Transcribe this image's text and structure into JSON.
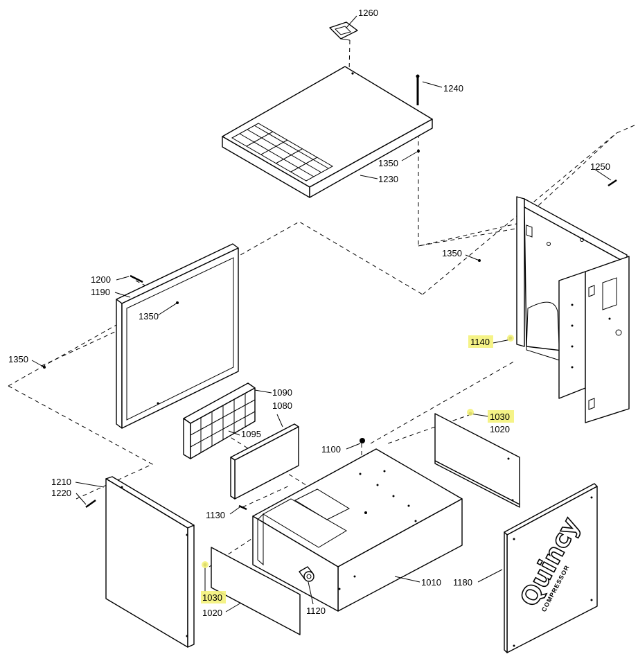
{
  "brand": {
    "name": "Quincy",
    "sub": "COMPRESSOR"
  },
  "highlight_color": "#f4f27a",
  "callouts": {
    "c1260": "1260",
    "c1240": "1240",
    "c1350_top": "1350",
    "c1230": "1230",
    "c1250": "1250",
    "c1350_right": "1350",
    "c1200": "1200",
    "c1190": "1190",
    "c1350_mid": "1350",
    "c1350_left": "1350",
    "c1140": "1140",
    "c1090": "1090",
    "c1080": "1080",
    "c1095": "1095",
    "c1030_right": "1030",
    "c1020_right": "1020",
    "c1100": "1100",
    "c1210": "1210",
    "c1220": "1220",
    "c1130": "1130",
    "c1030_left": "1030",
    "c1020_left": "1020",
    "c1120": "1120",
    "c1010": "1010",
    "c1180": "1180"
  }
}
